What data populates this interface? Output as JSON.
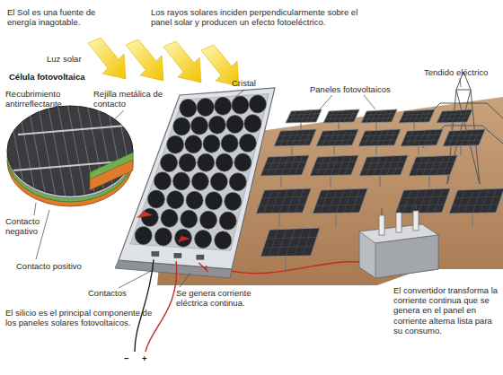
{
  "diagram": {
    "labels": [
      "El Sol es una fuente de energía inagotable.",
      "Luz solar",
      "Célula fotovoltaica",
      "Recubrimiento antirreflectante",
      "Rejilla metálica de contacto",
      "Los rayos solares inciden perpendicularmente sobre el panel solar y producen un efecto fotoeléctrico.",
      "Cristal",
      "Paneles fotovoltaicos",
      "Tendido eléctrico",
      "Contacto negativo",
      "Contacto positivo",
      "Contactos",
      "Se genera corriente eléctrica continua.",
      "El silicio es el principal componente de los paneles solares fotovoltaicos.",
      "El convertidor transforma la corriente continua que se genera en el panel en corriente alterna lista para su consumo.",
      "−",
      "+"
    ]
  }
}
